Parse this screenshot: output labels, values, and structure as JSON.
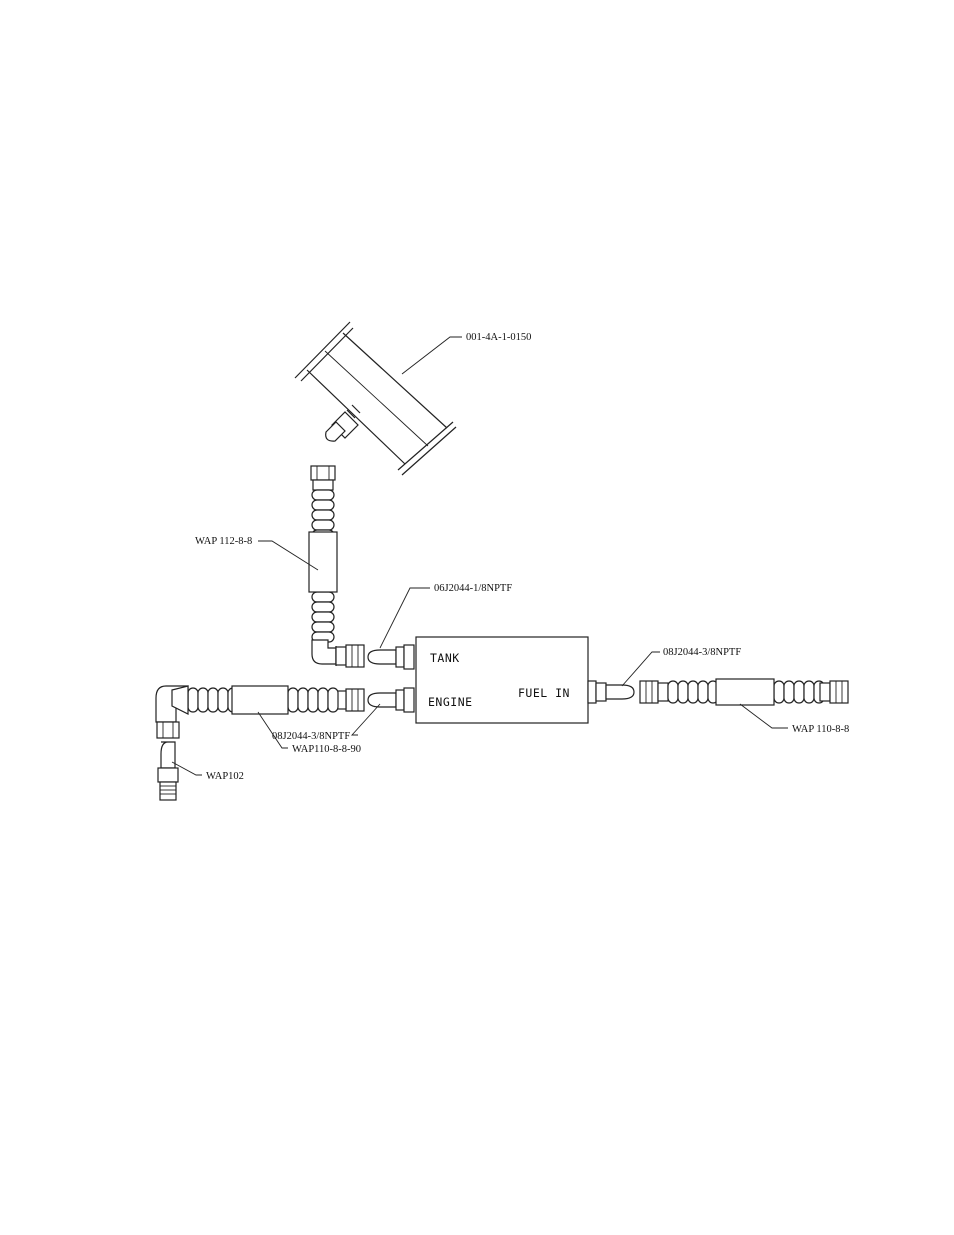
{
  "labels": {
    "tank_part": "001-4A-1-0150",
    "hose_upper": "WAP 112-8-8",
    "fitting_tank": "06J2044-1/8NPTF",
    "fitting_fuel_in": "08J2044-3/8NPTF",
    "fitting_engine": "08J2044-3/8NPTF",
    "hose_engine": "WAP110-8-8-90",
    "hose_fuel_in": "WAP 110-8-8",
    "elbow_fitting": "WAP102"
  },
  "filter_ports": {
    "tank": "TANK",
    "engine": "ENGINE",
    "fuel_in": "FUEL IN"
  }
}
